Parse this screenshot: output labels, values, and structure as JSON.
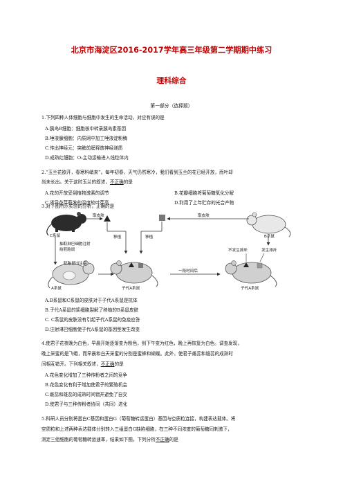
{
  "header": {
    "title": "北京市海淀区2016-2017学年高三年级第二学期期中练习",
    "subtitle": "理科综合"
  },
  "section": "第一部分（选择题）",
  "q1": {
    "stem": "1.下列四种人体细胞与细胞中发生的生命活动，对应有误的是",
    "options": [
      "A.胰岛B细胞：细胞核中转录胰岛素基因",
      "B.唾液腺细胞：内质网中加工唾液淀粉酶",
      "C.传出神经元：突触前膜释放神经递质",
      "D.成熟红细胞：O₂主动运输进入线粒体内"
    ]
  },
  "q2": {
    "stem_line1": "2.“玉兰花欲开，春寒料峭来”。每年初春，天气仍然寒冷，我们看到玉兰的花已经开放，而叶却",
    "stem_line2_pre": "尚未长出。关于这时玉兰的叙述，",
    "stem_line2_mark": "不正确",
    "stem_line2_post": "的是",
    "options": [
      "A.花的开放受到植物激素的调节",
      "B.花瓣细胞将葡萄糖氧化分解",
      "C.诱导花芽萌发的温度较叶芽高",
      "D.利用了上年贮存的光合产物"
    ]
  },
  "q3": {
    "stem": "3.对下图所示实验的分析，正确的是",
    "figure": {
      "skin_left": "取皮肤",
      "skin_right": "取皮肤",
      "graft1": "移植",
      "graft2": "移植",
      "c_mouse": "C系鼠",
      "b_mouse": "B系鼠",
      "lymph": "抽取淋巴细胞注射给胚胎鼠",
      "embryo": "胚胎鼠出生后",
      "later": "一段时间后",
      "a_mouse": "A系鼠",
      "child_mid": "子代A系鼠",
      "child_right": "子代A系鼠",
      "no_reject": "不发生排斥",
      "reject": "发生排斥"
    },
    "options": [
      "A.B系鼠和C系鼠的皮肤对于子代A系鼠是抗体",
      "B.子代A系鼠的浆细胞裂解了移植的B系鼠皮肤",
      "C. C系鼠的皮肤没有引起子代A系鼠的免疫应答",
      "D.注射淋巴细胞使子代A系鼠的基因型发生改变"
    ]
  },
  "q4": {
    "stem_line1": "4.使君子花夜晚为白色，早晨开始逐渐变为粉色，到下午变为红色，晚上再恢复为白色。调查发现，",
    "stem_line2": "晚上采蜜的是飞蛾，而早晨和白天采蜜的分别是蜜蜂和蝴蝶。此外，使君子雌蕊和雄蕊的成熟时",
    "stem_line3_pre": "间相互错开。下列相关叙述，",
    "stem_line3_mark": "不正确",
    "stem_line3_post": "的是",
    "options": [
      "A.花色变化增加了三种传粉者之间的竞争",
      "B.花色变化有利于增加使君子的繁殖机会",
      "C.雌蕊和雄蕊的成熟时间错开避免了自交",
      "D.使君子与三种传粉者协同（共同）进化"
    ]
  },
  "q5": {
    "stem_line1": "5.科研人员分别将蛋白C基因和蛋白G（葡萄糖转运蛋白）基因与空质粒连接，构建表达载体。将",
    "stem_line2": "空质粒和上述两种表达载体分别转入三组蛋白G缺陷细胞，在三种不同浓度的葡萄糖同刺激下，",
    "stem_line3_pre": "测定三组细胞的葡萄糖转运速率，结果如下图。下列分析",
    "stem_line3_mark": "不正确",
    "stem_line3_post": "的是"
  }
}
